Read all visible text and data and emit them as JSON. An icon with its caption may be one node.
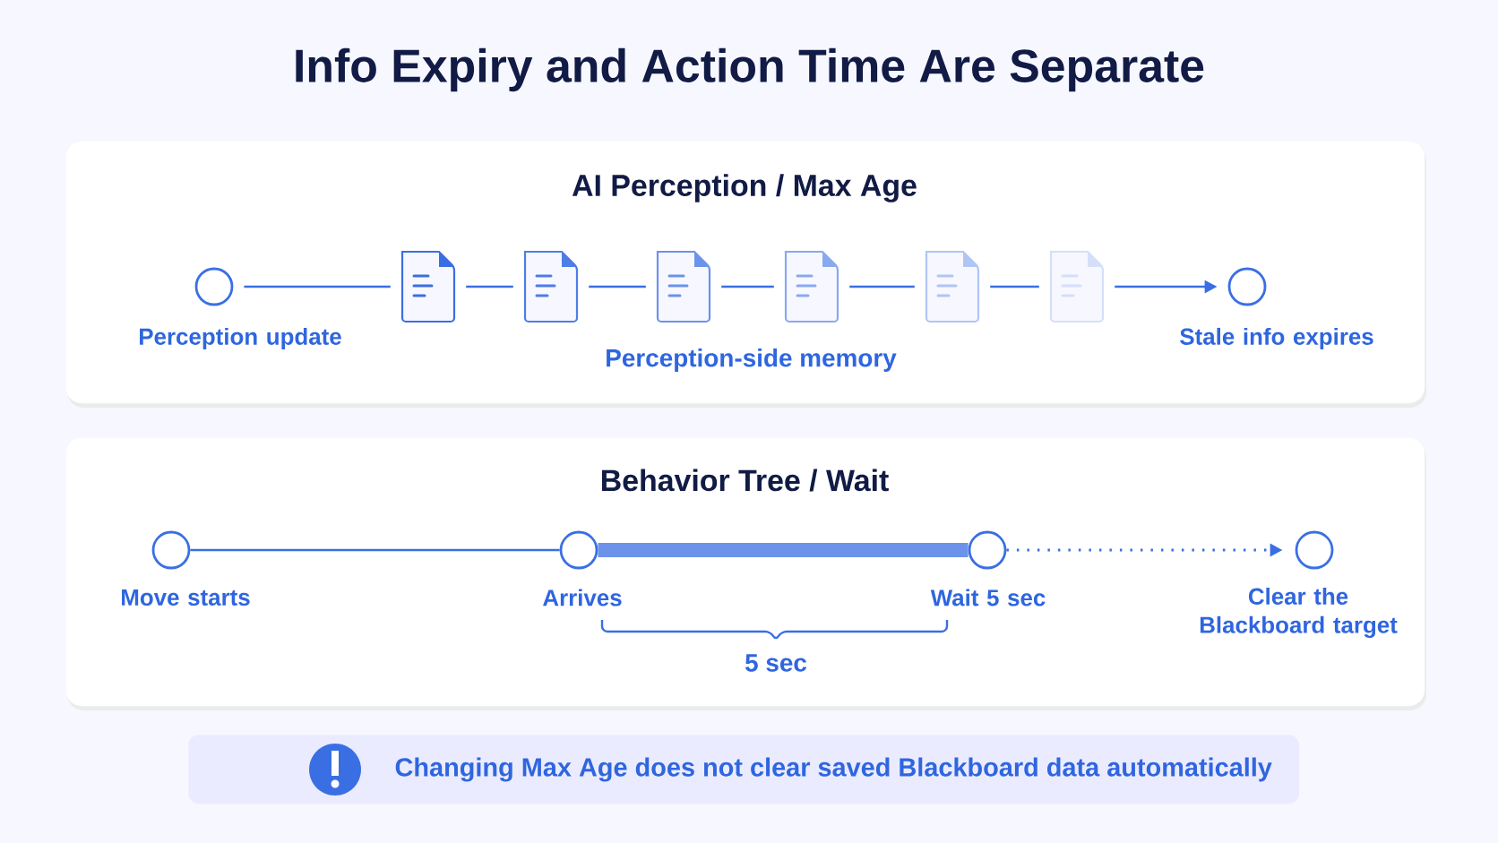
{
  "diagram": {
    "title": "Info Expiry and Action Time Are Separate",
    "nodes": [
      {
        "text": [
          "AI Perception / Max Age"
        ]
      },
      {
        "text": [],
        "shape": "circle",
        "in": 0,
        "beside": [
          "Perception update"
        ]
      },
      {
        "text": [],
        "shape": "document",
        "in": 0
      },
      {
        "text": [],
        "shape": "document",
        "in": 0
      },
      {
        "text": [],
        "shape": "document",
        "in": 0
      },
      {
        "text": [],
        "shape": "document",
        "in": 0
      },
      {
        "text": [],
        "shape": "document",
        "in": 0
      },
      {
        "text": [],
        "shape": "document",
        "in": 0
      },
      {
        "text": [],
        "shape": "circle",
        "in": 0,
        "beside": [
          "Stale info expires"
        ]
      },
      {
        "text": [
          "Behavior Tree / Wait"
        ]
      },
      {
        "text": [],
        "shape": "circle",
        "in": 9,
        "beside": [
          "Move starts"
        ]
      },
      {
        "text": [],
        "shape": "circle",
        "in": 9,
        "beside": [
          "Arrives"
        ]
      },
      {
        "text": [],
        "shape": "circle",
        "in": 9,
        "beside": [
          "Wait 5 sec"
        ]
      },
      {
        "text": [],
        "shape": "circle",
        "in": 9,
        "beside": [
          "Clear the Blackboard target"
        ]
      },
      {
        "text": [
          "Changing Max Age does not clear saved Blackboard data automatically"
        ]
      }
    ],
    "edges": [
      {
        "from": 1,
        "to": 2,
        "arrow": "none"
      },
      {
        "from": 2,
        "to": 3,
        "arrow": "none"
      },
      {
        "from": 3,
        "to": 4,
        "arrow": "none"
      },
      {
        "from": 4,
        "to": 5,
        "arrow": "none"
      },
      {
        "from": 5,
        "to": 6,
        "arrow": "none"
      },
      {
        "from": 6,
        "to": 7,
        "arrow": "none"
      },
      {
        "from": 7,
        "to": 8,
        "arrow": "to"
      },
      {
        "from": 10,
        "to": 11,
        "arrow": "none"
      },
      {
        "from": 11,
        "to": 12,
        "arrow": "none",
        "style": "thick"
      },
      {
        "from": 12,
        "to": 13,
        "arrow": "to",
        "style": "dashed"
      }
    ],
    "labels": [
      "Perception-side memory",
      "5 sec"
    ]
  }
}
